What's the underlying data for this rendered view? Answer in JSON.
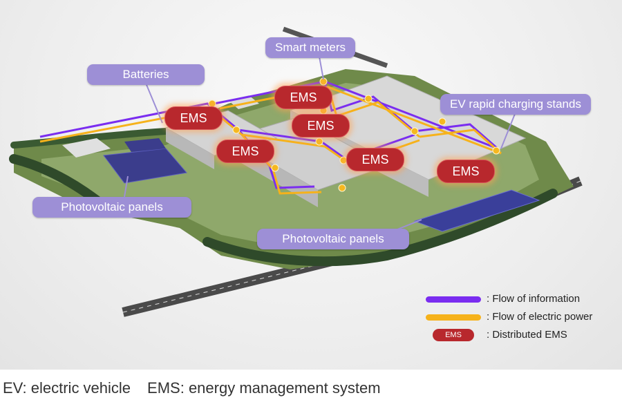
{
  "callouts": {
    "smart_meters": "Smart meters",
    "batteries": "Batteries",
    "ev_charging": "EV rapid charging stands",
    "photovoltaic_left": "Photovoltaic panels",
    "photovoltaic_bottom": "Photovoltaic panels"
  },
  "ems_label": "EMS",
  "legend": {
    "information": ": Flow of information",
    "power": ": Flow of electric power",
    "ems_swatch": "EMS",
    "distributed": ": Distributed EMS"
  },
  "footnote": {
    "ev": "EV: electric vehicle",
    "ems": "EMS: energy management system"
  },
  "colors": {
    "information": "#7a2df0",
    "power": "#f6b21b",
    "ems": "#b8282d",
    "callout": "#9d8fd6"
  }
}
